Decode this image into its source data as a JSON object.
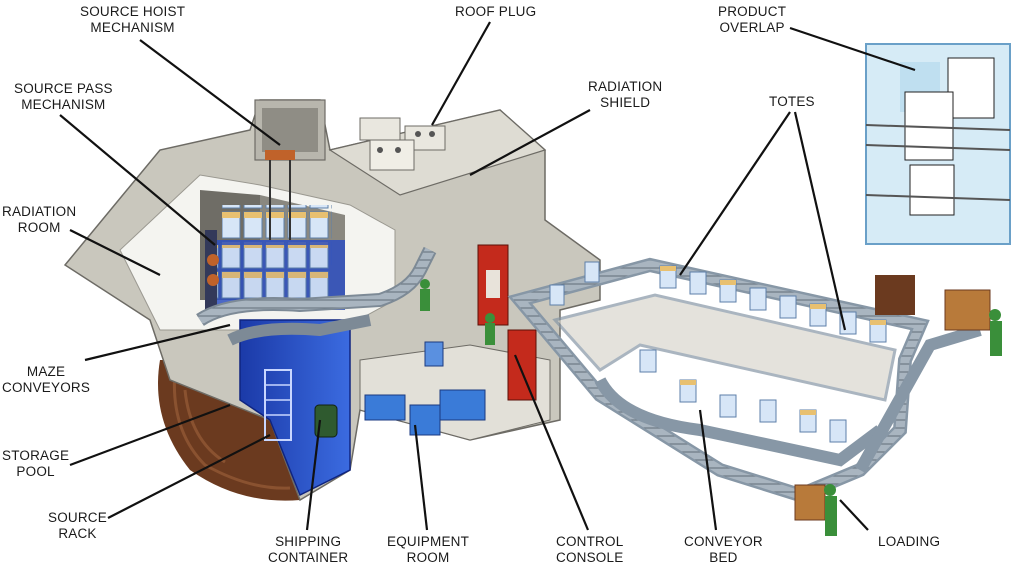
{
  "labels": {
    "source_hoist": [
      "SOURCE HOIST",
      "MECHANISM"
    ],
    "roof_plug": [
      "ROOF PLUG"
    ],
    "product_overlap": [
      "PRODUCT",
      "OVERLAP"
    ],
    "source_pass": [
      "SOURCE PASS",
      "MECHANISM"
    ],
    "radiation_shield": [
      "RADIATION",
      "SHIELD"
    ],
    "totes": [
      "TOTES"
    ],
    "radiation_room": [
      "RADIATION",
      "ROOM"
    ],
    "maze_conveyors": [
      "MAZE",
      "CONVEYORS"
    ],
    "storage_pool": [
      "STORAGE",
      "POOL"
    ],
    "source_rack": [
      "SOURCE",
      "RACK"
    ],
    "shipping_container": [
      "SHIPPING",
      "CONTAINER"
    ],
    "equipment_room": [
      "EQUIPMENT",
      "ROOM"
    ],
    "control_console": [
      "CONTROL",
      "CONSOLE"
    ],
    "conveyor_bed": [
      "CONVEYOR",
      "BED"
    ],
    "loading": [
      "LOADING"
    ]
  },
  "colors": {
    "concrete": "#c9c7bd",
    "concrete_dark": "#8f8d85",
    "pool_water": "#2a52c9",
    "tote": "#cfe0f5",
    "tote_gold": "#e8c070",
    "conveyor": "#9aa8b4",
    "console_red": "#c42a1c",
    "soil": "#6b3a1f",
    "boxes": "#b87a3a",
    "worker": "#3a8f3a"
  }
}
